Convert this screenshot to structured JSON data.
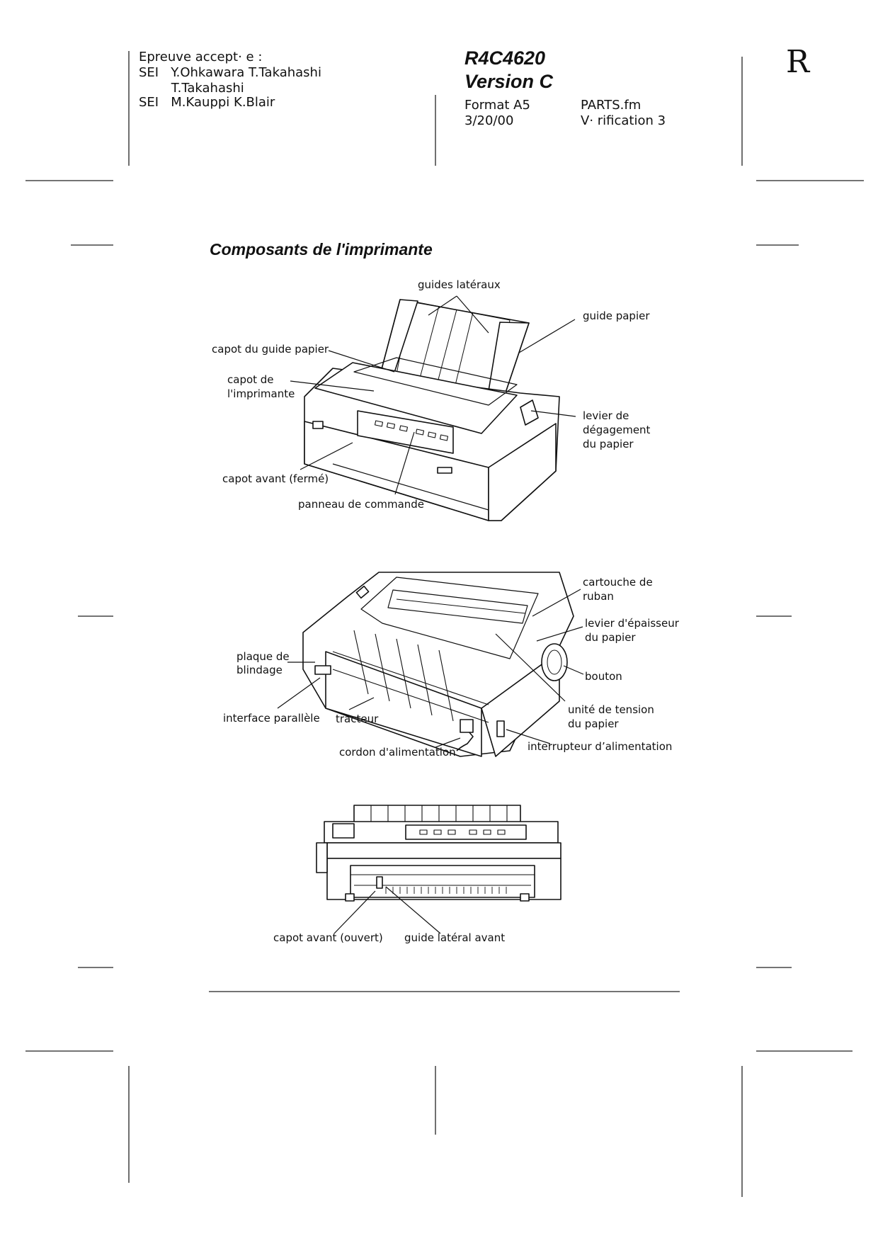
{
  "header": {
    "left_lines": [
      "Epreuve accept· e :",
      "SEI   Y.Ohkawara T.Takahashi",
      "        T.Takahashi",
      "SEI   M.Kauppi K.Blair"
    ],
    "code": "R4C4620",
    "version": "Version C",
    "format": "Format A5",
    "date": "3/20/00",
    "file": "PARTS.fm",
    "verification": "V· rification 3",
    "letter": "R"
  },
  "section_title": "Composants de l'imprimante",
  "figure1": {
    "labels": {
      "guides_lateraux": "guides latéraux",
      "guide_papier": "guide papier",
      "capot_guide": "capot du guide papier",
      "capot_imprimante": [
        "capot de",
        "l'imprimante"
      ],
      "levier_degagement": [
        "levier de",
        "dégagement",
        "du papier"
      ],
      "capot_avant_ferme": "capot avant (fermé)",
      "panneau": "panneau de commande"
    }
  },
  "figure2": {
    "labels": {
      "cartouche": [
        "cartouche de",
        "ruban"
      ],
      "levier_epaisseur": [
        "levier d'épaisseur",
        "du papier"
      ],
      "plaque": [
        "plaque de",
        "blindage"
      ],
      "bouton": "bouton",
      "interface": "interface parallèle",
      "tracteur": "tracteur",
      "unite_tension": [
        "unité de tension",
        "du papier"
      ],
      "cordon": "cordon d'alimentation",
      "interrupteur": "interrupteur d’alimentation"
    }
  },
  "figure3": {
    "labels": {
      "capot_avant_ouvert": "capot avant (ouvert)",
      "guide_lateral_avant": "guide latéral avant"
    }
  }
}
